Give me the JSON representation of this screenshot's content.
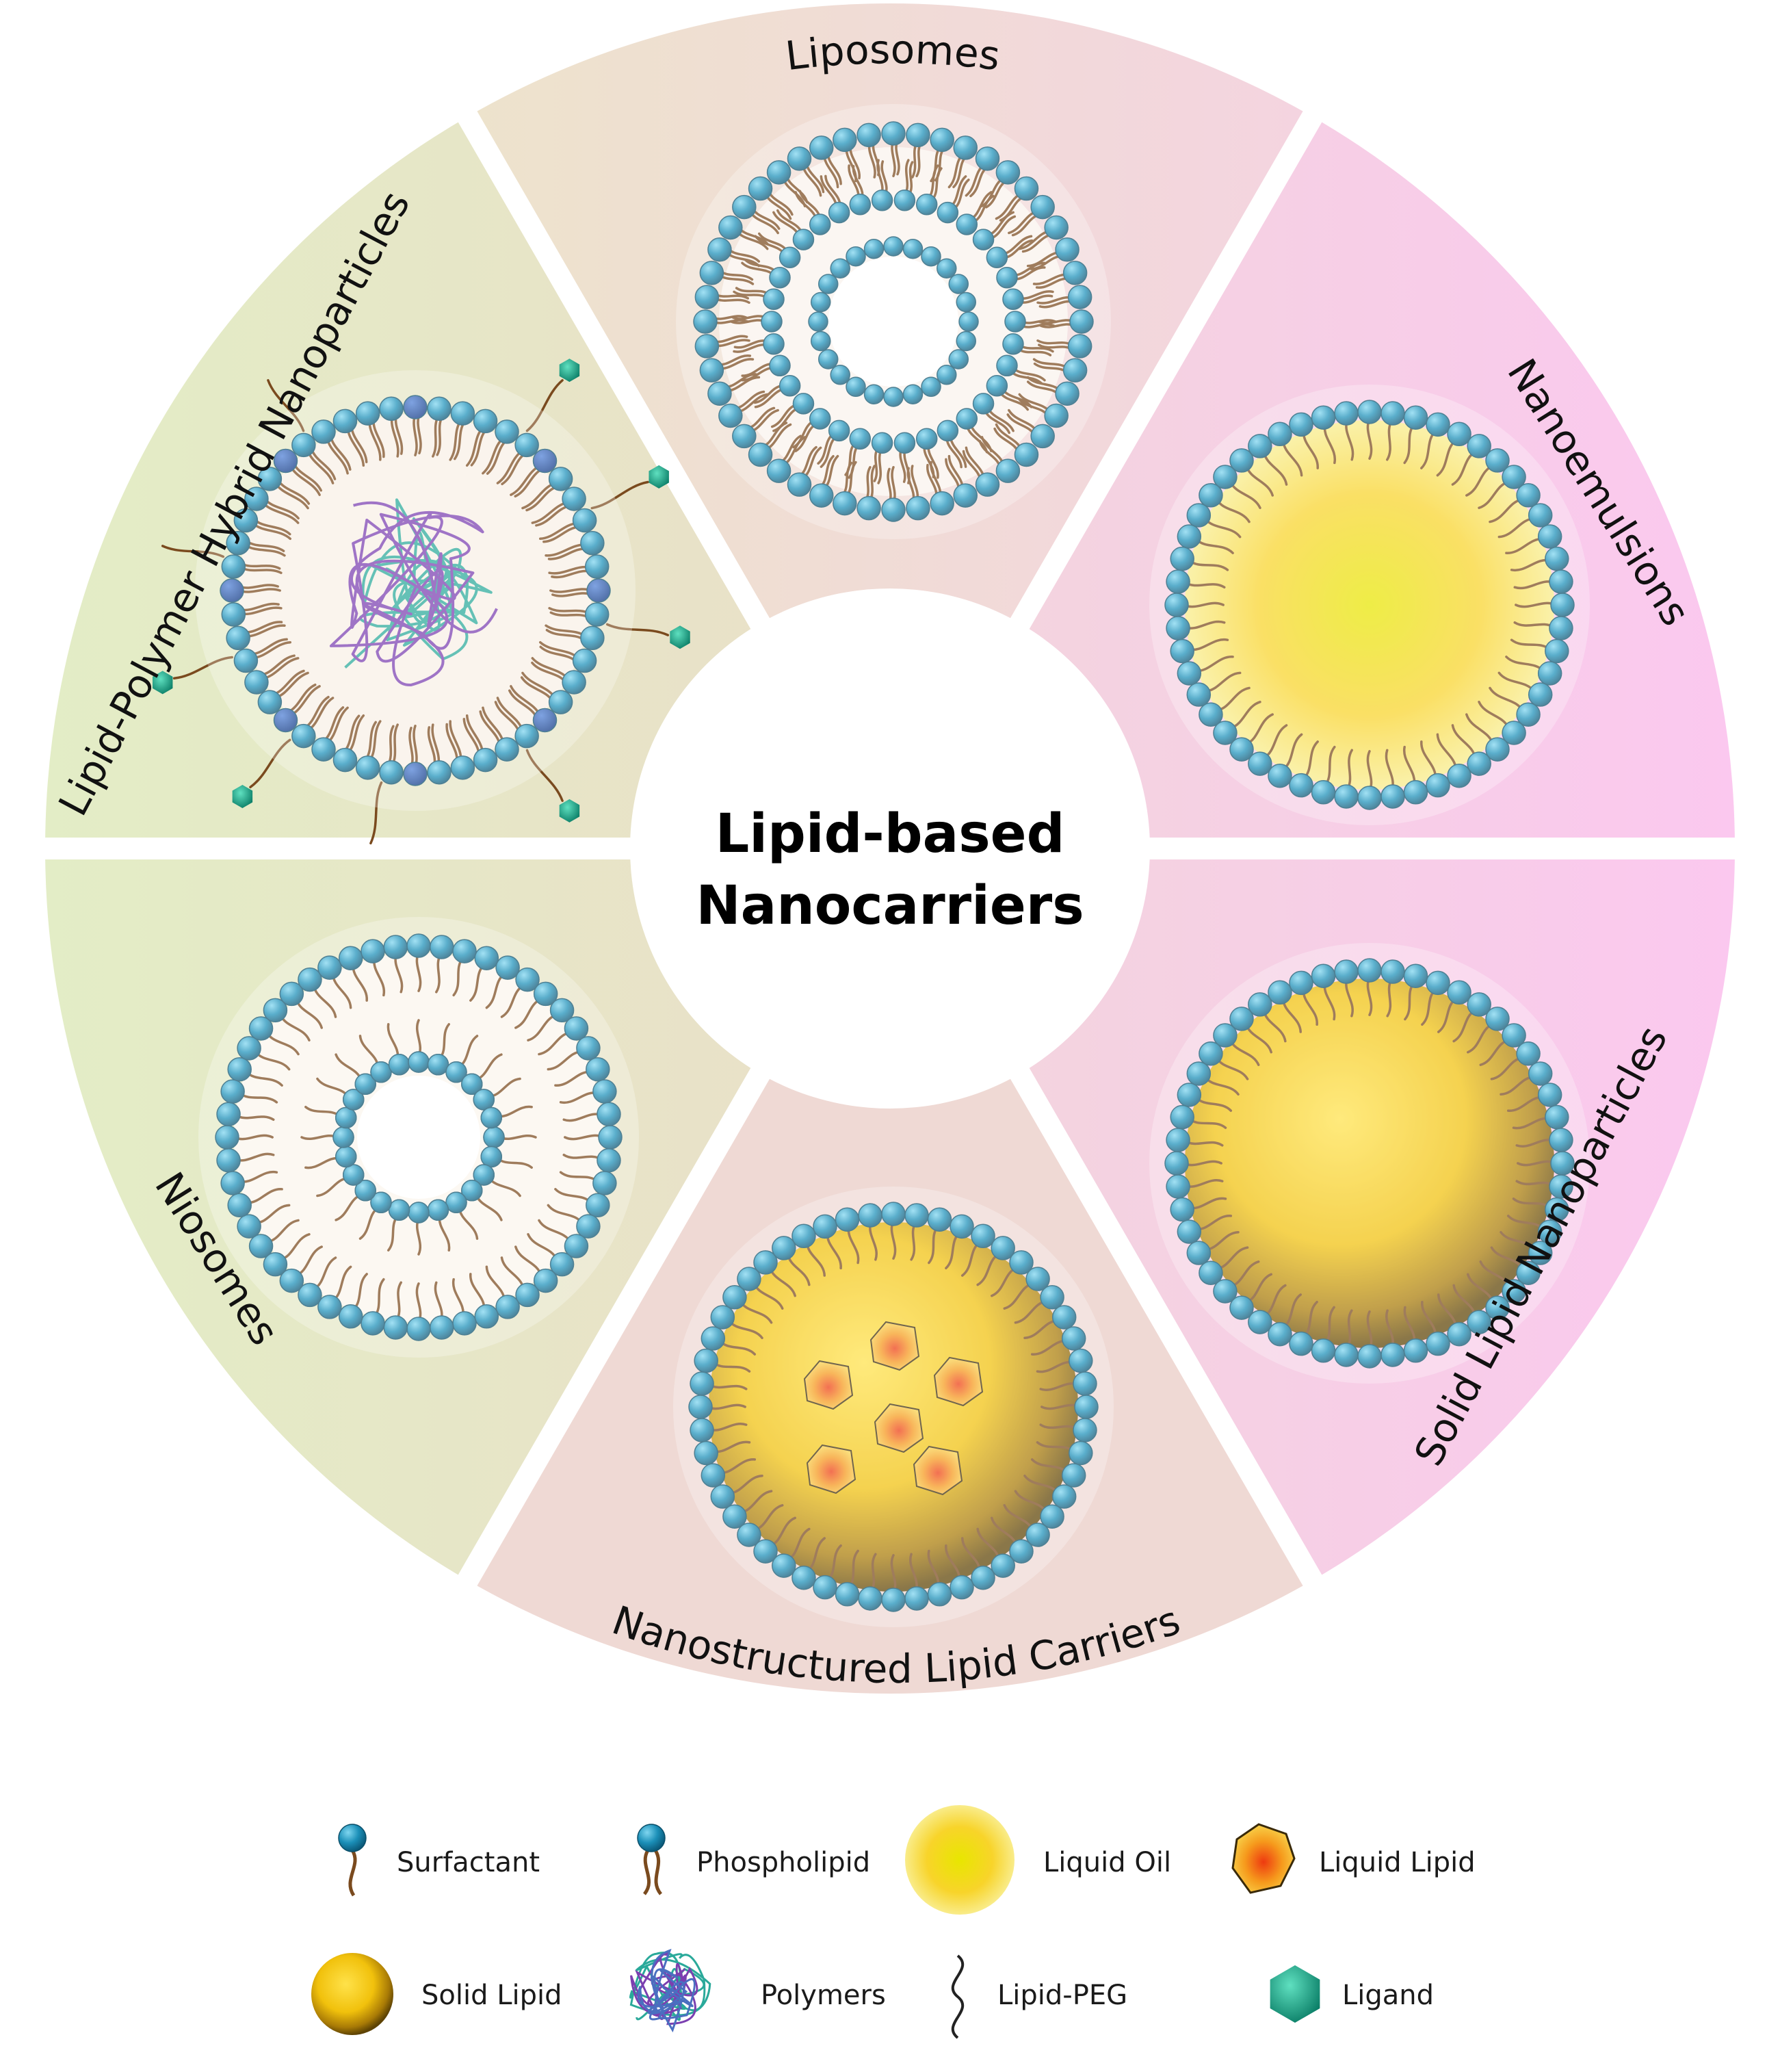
{
  "center": {
    "line1": "Lipid-based",
    "line2": "Nanocarriers"
  },
  "segments": [
    {
      "id": "liposomes",
      "label": "Liposomes"
    },
    {
      "id": "nanoemulsions",
      "label": "Nanoemulsions"
    },
    {
      "id": "sln",
      "label": "Solid Lipid Nanoparticles"
    },
    {
      "id": "nlc",
      "label": "Nanostructured Lipid Carriers"
    },
    {
      "id": "niosomes",
      "label": "Niosomes"
    },
    {
      "id": "lphnp",
      "label": "Lipid-Polymer Hybrid Nanoparticles"
    }
  ],
  "legend": [
    {
      "id": "surfactant",
      "label": "Surfactant"
    },
    {
      "id": "phospholipid",
      "label": "Phospholipid"
    },
    {
      "id": "liquid-oil",
      "label": "Liquid Oil"
    },
    {
      "id": "liquid-lipid",
      "label": "Liquid Lipid"
    },
    {
      "id": "solid-lipid",
      "label": "Solid Lipid"
    },
    {
      "id": "polymers",
      "label": "Polymers"
    },
    {
      "id": "lipid-peg",
      "label": "Lipid-PEG"
    },
    {
      "id": "ligand",
      "label": "Ligand"
    }
  ],
  "colors": {
    "head": "#1b8fb8",
    "tail": "#7a4a1e",
    "segment_green": "#e5e8c4",
    "segment_beige": "#efdfcf",
    "segment_pink": "#f6cfe0",
    "ligand": "#1aa88a",
    "polymer_purple": "#7b3fb0",
    "polymer_teal": "#2aa99a",
    "oil_yellow": "#f6d21a",
    "liquid_lipid_orange": "#f07a1a"
  }
}
